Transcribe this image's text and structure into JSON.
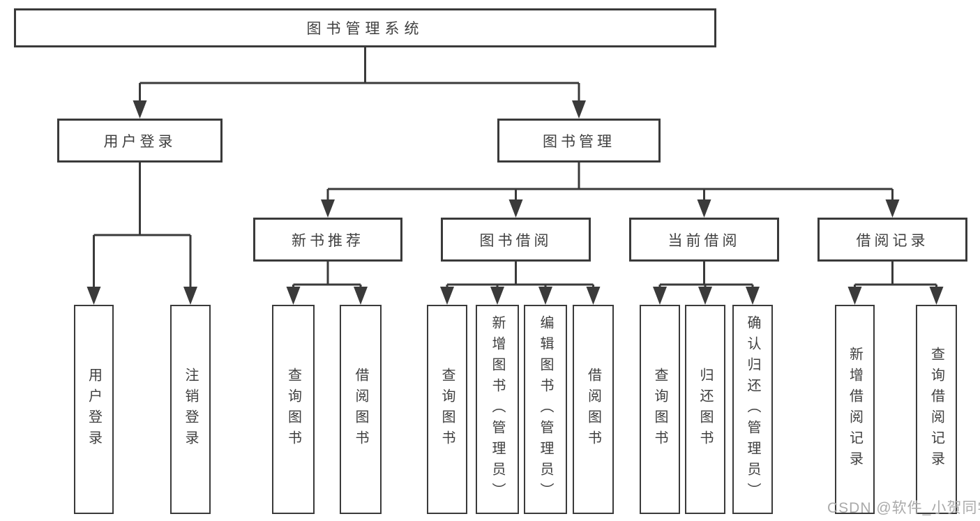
{
  "colors": {
    "line": "#3a3a3a",
    "box_border": "#3a3a3a",
    "box_background": "#ffffff",
    "label_text": "#3f3f3f",
    "watermark_text": "#aaaaaa"
  },
  "watermark": {
    "text": "CSDN @软件_小贺同学"
  },
  "tree": {
    "root": {
      "label": "图书管理系统"
    },
    "branches": [
      {
        "label": "用户登录",
        "children": [
          {
            "label": "用户登录"
          },
          {
            "label": "注销登录"
          }
        ]
      },
      {
        "label": "图书管理",
        "groups": [
          {
            "label": "新书推荐",
            "children": [
              {
                "label": "查询图书"
              },
              {
                "label": "借阅图书"
              }
            ]
          },
          {
            "label": "图书借阅",
            "children": [
              {
                "label": "查询图书"
              },
              {
                "label": "新增图书（管理员）"
              },
              {
                "label": "编辑图书（管理员）"
              },
              {
                "label": "借阅图书"
              }
            ]
          },
          {
            "label": "当前借阅",
            "children": [
              {
                "label": "查询图书"
              },
              {
                "label": "归还图书"
              },
              {
                "label": "确认归还（管理员）"
              }
            ]
          },
          {
            "label": "借阅记录",
            "children": [
              {
                "label": "新增借阅记录"
              },
              {
                "label": "查询借阅记录"
              }
            ]
          }
        ]
      }
    ]
  }
}
